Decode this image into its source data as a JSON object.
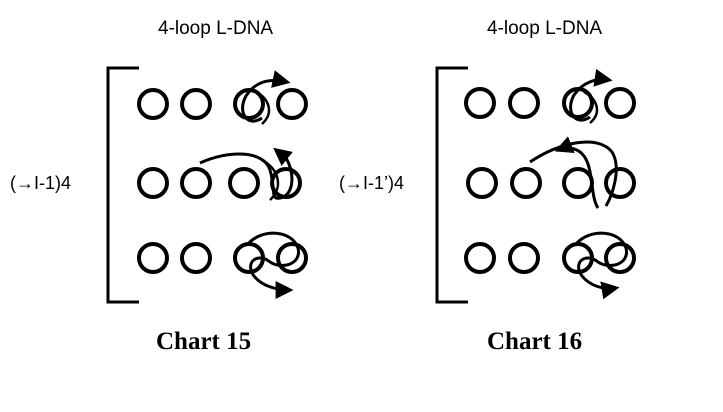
{
  "panels": [
    {
      "title": "4-loop L-DNA",
      "side_label": "(→I-1)4",
      "caption": "Chart 15"
    },
    {
      "title": "4-loop L-DNA",
      "side_label": "(→I-1’)4",
      "caption": "Chart 16"
    }
  ],
  "colors": {
    "ink": "#000000",
    "background": "#ffffff"
  }
}
